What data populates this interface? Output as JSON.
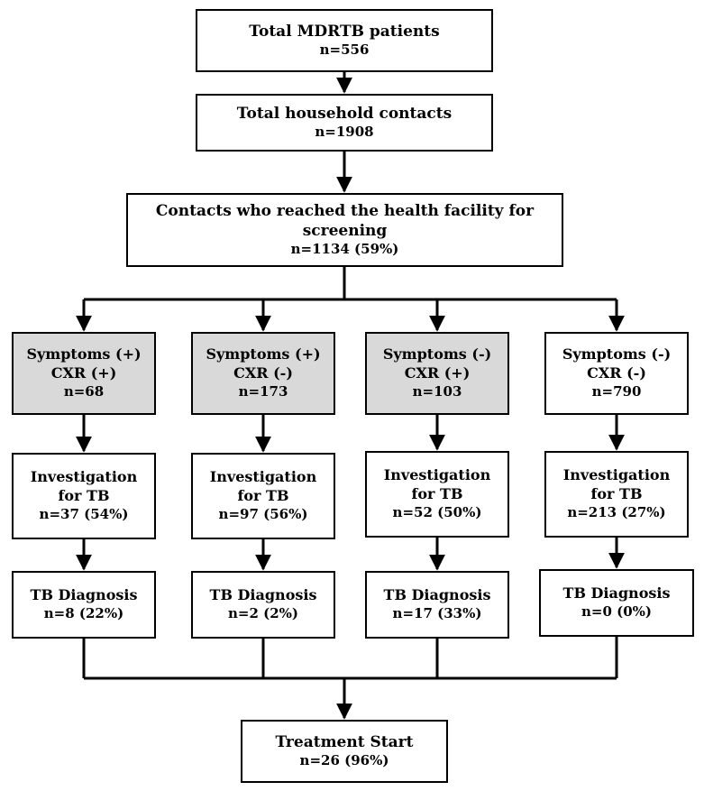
{
  "colors": {
    "line": "#000000",
    "box_fill": "#ffffff",
    "shaded_fill": "#d9d9d9"
  },
  "total_patients": {
    "title": "Total MDRTB patients",
    "n": "n=556"
  },
  "household_contacts": {
    "title": "Total household contacts",
    "n": "n=1908"
  },
  "reached_facility": {
    "title": "Contacts who reached the health facility for screening",
    "n": "n=1134 (59%)"
  },
  "groups": [
    {
      "shaded": true,
      "symptoms": "Symptoms (+)",
      "cxr": "CXR (+)",
      "n": "n=68",
      "investigation": {
        "title": "Investigation",
        "subtitle": "for TB",
        "n": "n=37 (54%)"
      },
      "diagnosis": {
        "title": "TB Diagnosis",
        "n": "n=8 (22%)"
      }
    },
    {
      "shaded": true,
      "symptoms": "Symptoms (+)",
      "cxr": "CXR (-)",
      "n": "n=173",
      "investigation": {
        "title": "Investigation",
        "subtitle": "for TB",
        "n": "n=97 (56%)"
      },
      "diagnosis": {
        "title": "TB Diagnosis",
        "n": "n=2 (2%)"
      }
    },
    {
      "shaded": true,
      "symptoms": "Symptoms (-)",
      "cxr": "CXR (+)",
      "n": "n=103",
      "investigation": {
        "title": "Investigation",
        "subtitle": "for TB",
        "n": "n=52 (50%)"
      },
      "diagnosis": {
        "title": "TB Diagnosis",
        "n": "n=17 (33%)"
      }
    },
    {
      "shaded": false,
      "symptoms": "Symptoms (-)",
      "cxr": "CXR (-)",
      "n": "n=790",
      "investigation": {
        "title": "Investigation",
        "subtitle": "for TB",
        "n": "n=213 (27%)"
      },
      "diagnosis": {
        "title": "TB Diagnosis",
        "n": "n=0 (0%)"
      }
    }
  ],
  "treatment": {
    "title": "Treatment Start",
    "n": "n=26 (96%)"
  }
}
